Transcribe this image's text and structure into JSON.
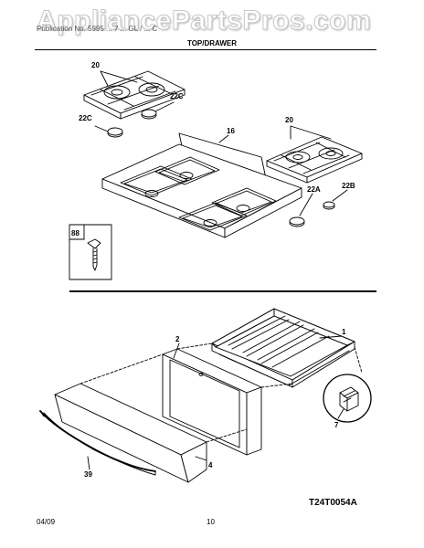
{
  "watermark": "AppliancePartsPros.com",
  "header": {
    "left_text": "Publication No. 5995 ... 7 ... GL / ... C",
    "title": "TOP/DRAWER"
  },
  "callouts": {
    "grate_left": "20",
    "grate_right": "20",
    "cap_22c_top": "22C",
    "cap_22c_left": "22C",
    "cooktop": "16",
    "cap_22a": "22A",
    "cap_22b": "22B",
    "screw_box": "88",
    "drawer_body": "1",
    "drawer_panel": "2",
    "drawer_front": "4",
    "handle": "39",
    "glide": "7"
  },
  "drawing_code": "T24T0054A",
  "footer": {
    "date": "04/09",
    "page": "10"
  }
}
